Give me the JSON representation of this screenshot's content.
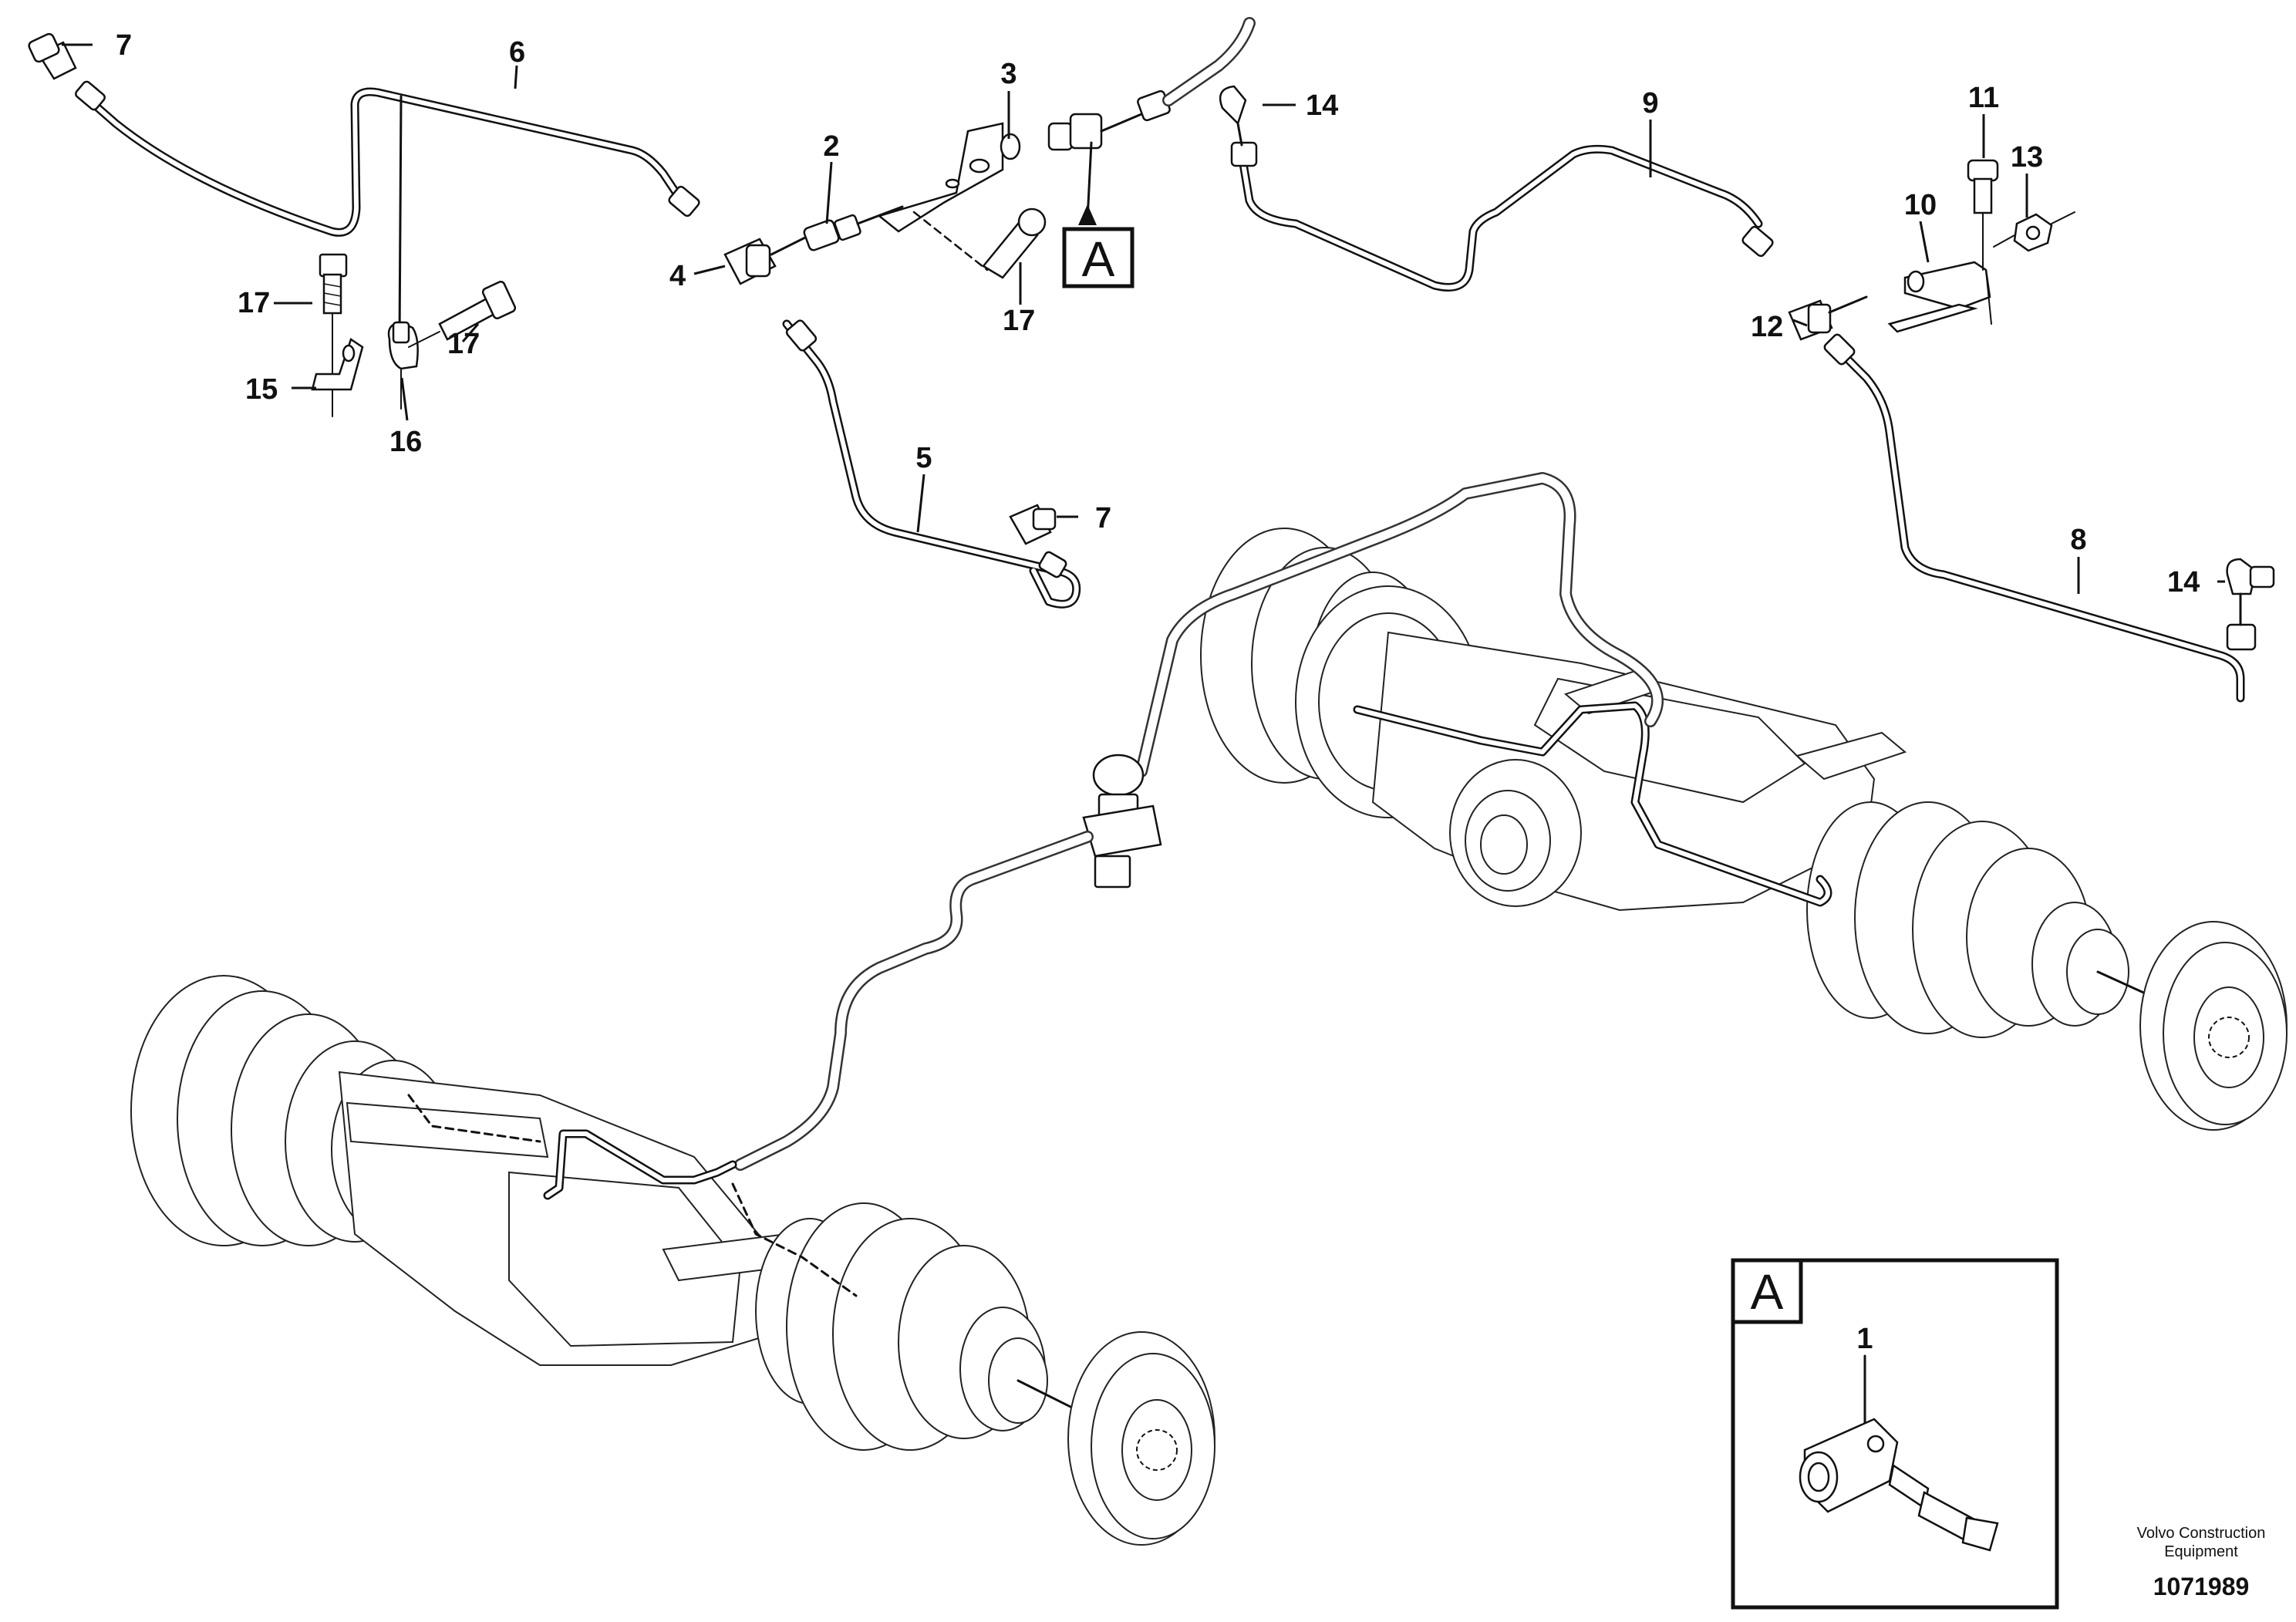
{
  "diagram": {
    "labels": {
      "l1": "1",
      "l2": "2",
      "l3": "3",
      "l4": "4",
      "l5": "5",
      "l6": "6",
      "l7a": "7",
      "l7b": "7",
      "l8": "8",
      "l9": "9",
      "l10": "10",
      "l11": "11",
      "l12": "12",
      "l13": "13",
      "l14a": "14",
      "l14b": "14",
      "l15": "15",
      "l16": "16",
      "l17a": "17",
      "l17b": "17",
      "l17c": "17"
    },
    "callout_letter": "A",
    "detail_letter": "A"
  },
  "credit": {
    "line1": "Volvo Construction",
    "line2": "Equipment",
    "id": "1071989"
  }
}
